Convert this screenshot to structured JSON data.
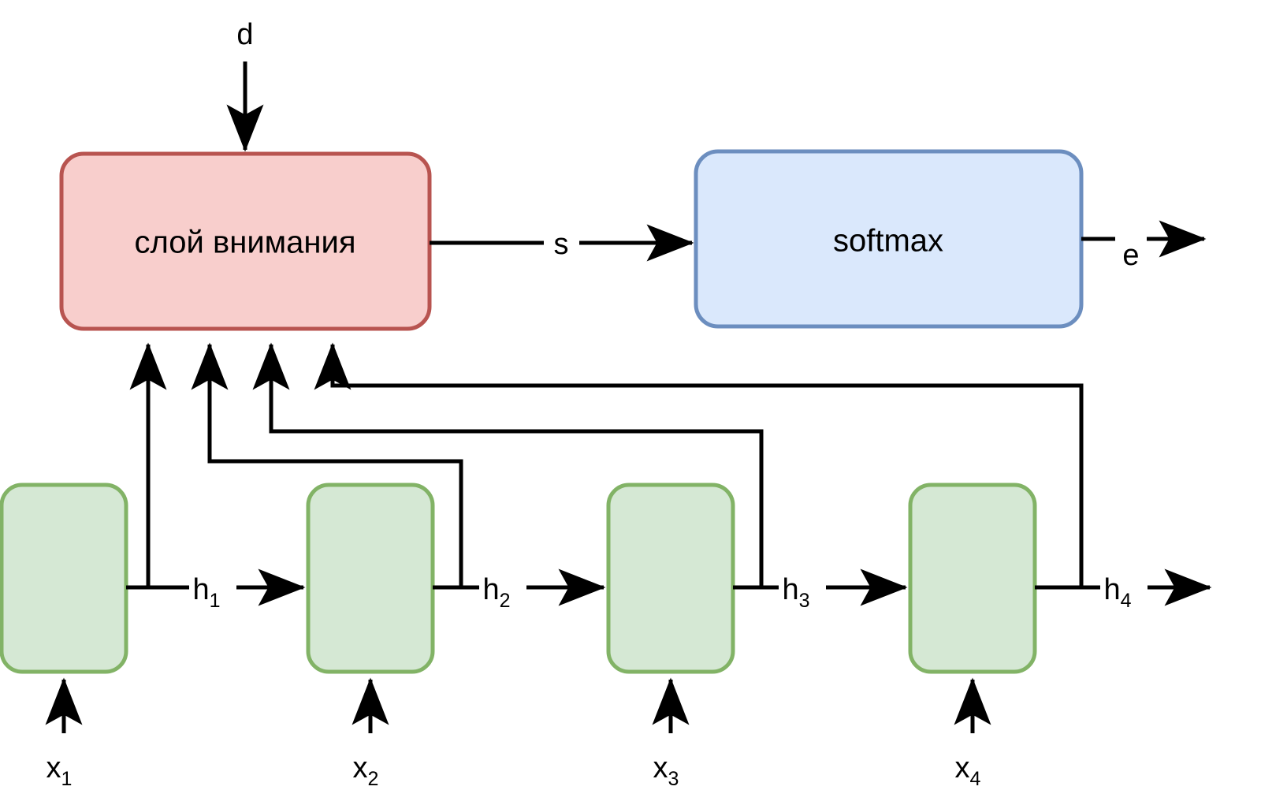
{
  "diagram": {
    "title_text": "",
    "colors": {
      "attention_fill": "#f8cecc",
      "attention_stroke": "#b85450",
      "softmax_fill": "#dae8fc",
      "softmax_stroke": "#6c8ebf",
      "cell_fill": "#d5e8d4",
      "cell_stroke": "#82b366",
      "connector": "#000000",
      "background": "#ffffff"
    },
    "nodes": {
      "attention": {
        "label": "слой внимания"
      },
      "softmax": {
        "label": "softmax"
      },
      "cells": [
        {
          "label": ""
        },
        {
          "label": ""
        },
        {
          "label": ""
        },
        {
          "label": ""
        }
      ]
    },
    "edge_labels": {
      "decoder_input": "d",
      "score": "s",
      "output": "e",
      "hidden": [
        {
          "base": "h",
          "sub": "1"
        },
        {
          "base": "h",
          "sub": "2"
        },
        {
          "base": "h",
          "sub": "3"
        },
        {
          "base": "h",
          "sub": "4"
        }
      ],
      "inputs": [
        {
          "base": "x",
          "sub": "1"
        },
        {
          "base": "x",
          "sub": "2"
        },
        {
          "base": "x",
          "sub": "3"
        },
        {
          "base": "x",
          "sub": "4"
        }
      ]
    }
  }
}
